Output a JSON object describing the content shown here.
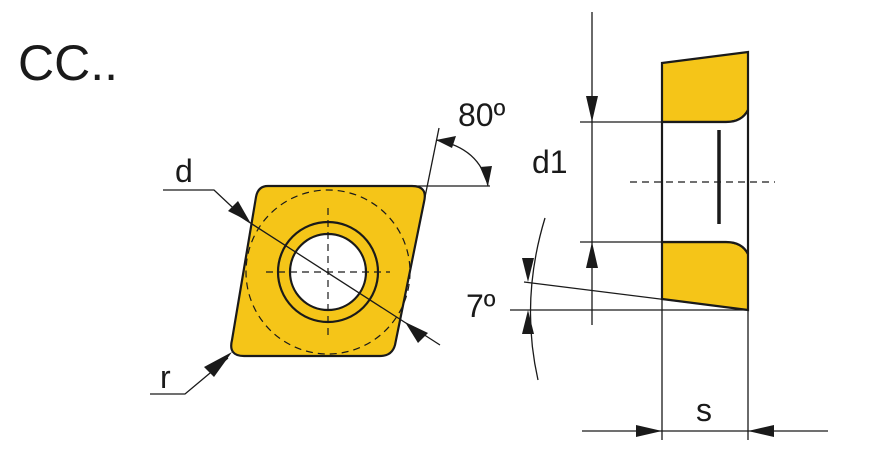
{
  "diagram": {
    "title": "CC..",
    "labels": {
      "angle_top": "80º",
      "diameter": "d",
      "radius": "r",
      "bore_diameter": "d1",
      "clearance_angle": "7º",
      "thickness": "s"
    },
    "colors": {
      "insert_fill": "#f5c518",
      "outline": "#1a1a1a"
    }
  }
}
